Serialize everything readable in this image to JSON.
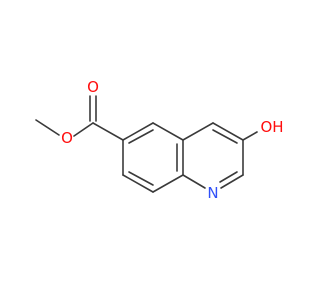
{
  "molecule": {
    "atoms": [
      {
        "id": "O1",
        "symbol": "O",
        "color": "#ff0d0d"
      },
      {
        "id": "O2",
        "symbol": "O",
        "color": "#ff0d0d"
      },
      {
        "id": "OH",
        "symbol": "OH",
        "color": "#ff0d0d"
      },
      {
        "id": "N",
        "symbol": "N",
        "color": "#3050f8"
      }
    ],
    "bond_color": "#3a3a3a"
  }
}
